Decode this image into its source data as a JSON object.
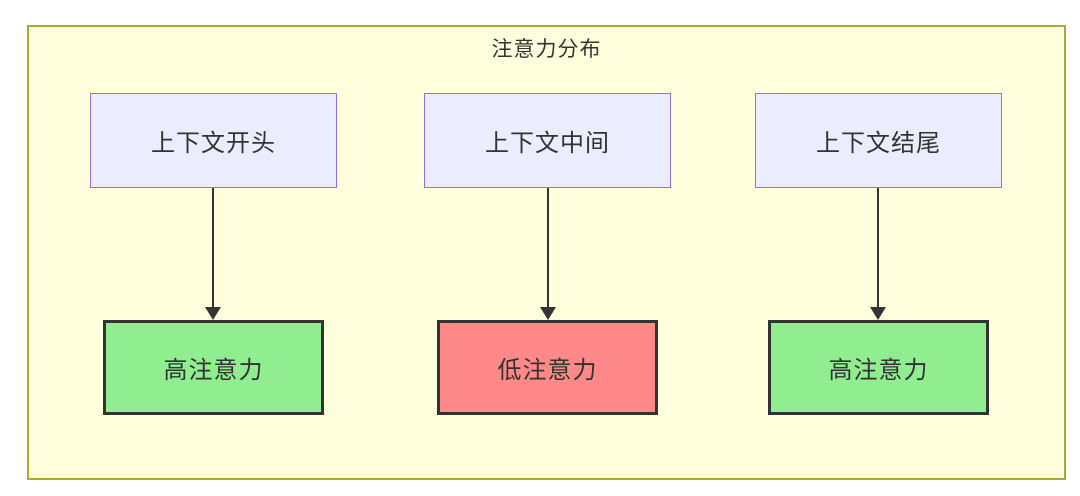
{
  "title": "注意力分布",
  "diagram_type": "flowchart-top-down",
  "colors": {
    "container_fill": "#FFFFDE",
    "container_border": "#AAAA33",
    "source_fill": "#ECECFF",
    "source_border": "#9370DB",
    "high_attention_fill": "#90EE90",
    "low_attention_fill": "#FF8888",
    "target_border": "#333333",
    "arrow": "#333333",
    "text": "#333333"
  },
  "flow": [
    {
      "from": "上下文开头",
      "to": "高注意力",
      "attention": "high"
    },
    {
      "from": "上下文中间",
      "to": "低注意力",
      "attention": "low"
    },
    {
      "from": "上下文结尾",
      "to": "高注意力",
      "attention": "high"
    }
  ]
}
